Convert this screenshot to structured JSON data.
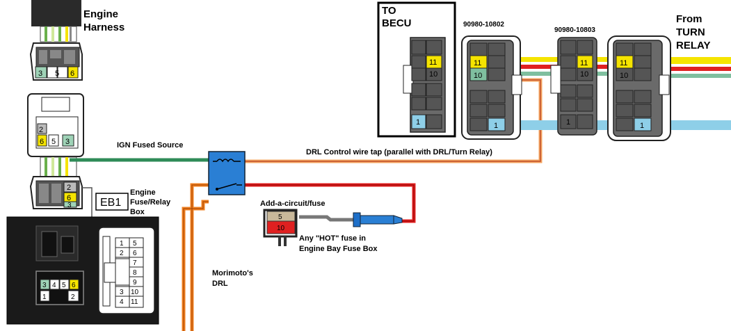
{
  "labels": {
    "engine_harness": [
      "Engine",
      "Harness"
    ],
    "to_becu": [
      "TO",
      "BECU"
    ],
    "part_a": "90980-10802",
    "part_b": "90980-10803",
    "from_turn_relay": [
      "From",
      "TURN",
      "RELAY"
    ],
    "ign_fused_source": "IGN Fused Source",
    "drl_tap": "DRL Control wire tap (parallel with DRL/Turn Relay)",
    "eb1": "EB1",
    "engine_fuse_box": [
      "Engine",
      "Fuse/Relay",
      "Box"
    ],
    "add_circuit": "Add-a-circuit/fuse",
    "hot_fuse": [
      "Any \"HOT\" fuse in",
      "Engine Bay Fuse Box"
    ],
    "morimoto": [
      "Morimoto's",
      "DRL"
    ]
  },
  "pins": {
    "harness_top": [
      "3",
      "5",
      "6"
    ],
    "white_conn": [
      "2",
      "6",
      "5",
      "3"
    ],
    "harness_bottom": [
      "2",
      "6",
      "3"
    ],
    "relay_box_socket": [
      "3",
      "4",
      "5",
      "6",
      "1",
      "2"
    ],
    "eb1_connector": [
      "1",
      "5",
      "2",
      "6",
      "7",
      "8",
      "9",
      "3",
      "10",
      "4",
      "11"
    ],
    "becu": [
      "11",
      "10",
      "1"
    ],
    "conn_a": [
      "11",
      "10",
      "1"
    ],
    "conn_b": [
      "11",
      "10",
      "1"
    ],
    "conn_c": [
      "11",
      "10",
      "1"
    ]
  },
  "fuses": [
    "5",
    "10"
  ],
  "colors": {
    "ign_wire": "#2e8b57",
    "hot_wire": "#e02020",
    "drl_wire": "#f08020",
    "tap_wire_a": "#f4a460",
    "yellow_wire": "#f5e400",
    "red_wire": "#e02020",
    "green_wire": "#7fbf9f",
    "blue_wire": "#8ecfe8",
    "relay_blue": "#2a7fd4",
    "inline_fuse": "#1e6fc8",
    "connector_gray": "#6a6a6a",
    "panel_black": "#1a1a1a"
  },
  "icons": [
    "relay-switch-icon",
    "add-a-circuit-fuse-icon",
    "inline-fuse-holder-icon"
  ]
}
